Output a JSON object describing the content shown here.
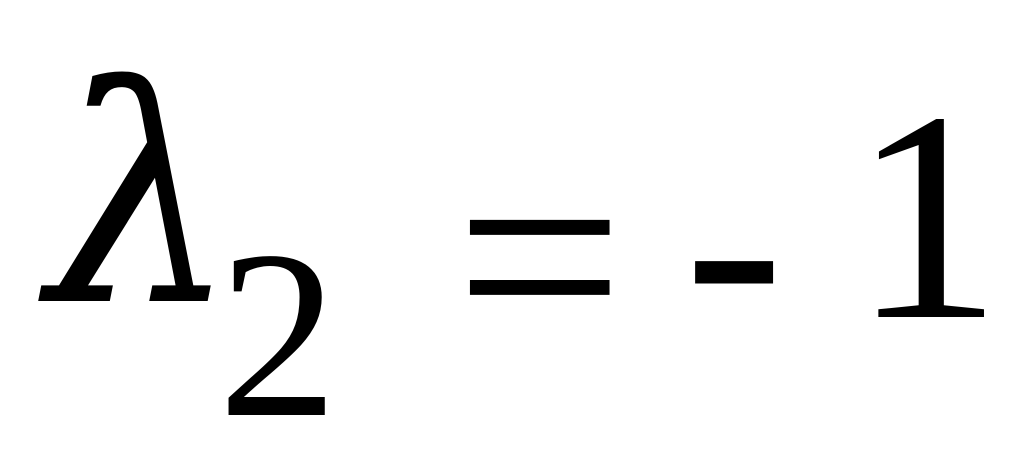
{
  "equation": {
    "symbol": "λ",
    "subscript": "2",
    "relation": "=",
    "sign": "-",
    "value": "1"
  }
}
